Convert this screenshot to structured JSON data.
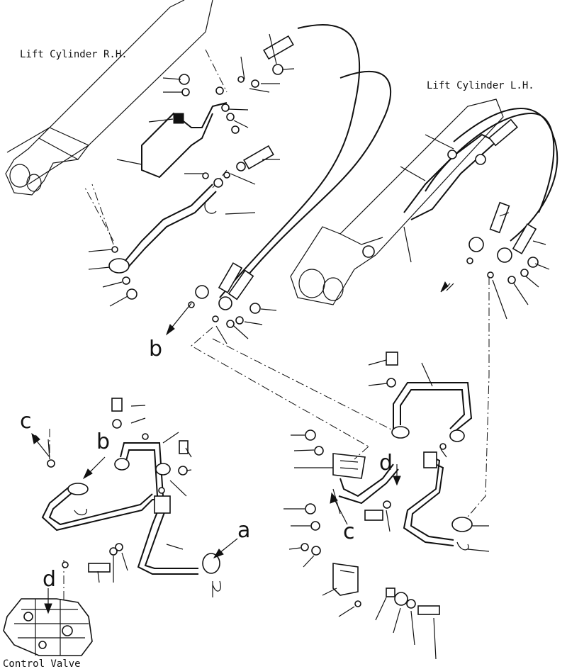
{
  "labels": {
    "lift_rh": "Lift Cylinder R.H.",
    "lift_lh": "Lift Cylinder L.H.",
    "control_valve": "Control Valve"
  },
  "letters": {
    "a": "a",
    "b_upper": "b",
    "b_left": "b",
    "c_left": "c",
    "c_right": "c",
    "d_left": "d",
    "d_right": "d"
  }
}
